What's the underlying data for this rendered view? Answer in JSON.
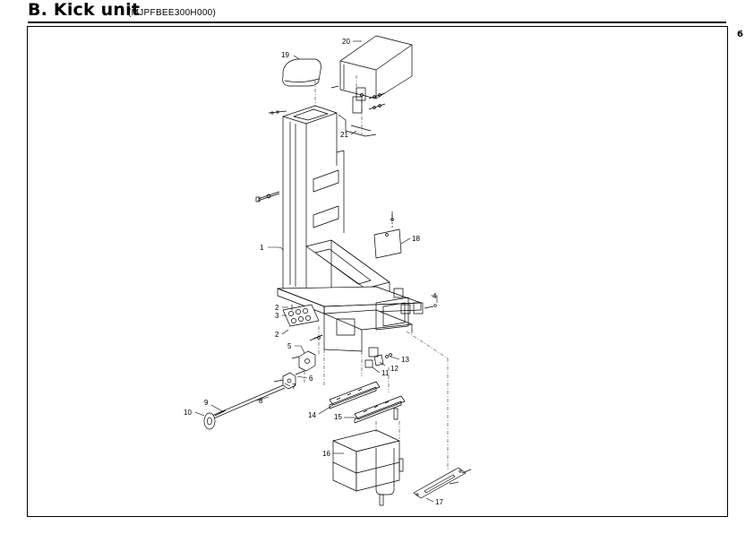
{
  "header": {
    "title": "B. Kick unit",
    "part_code": "(MJPFBEE300H000)"
  },
  "page_number": "6",
  "callouts": [
    "1",
    "2",
    "3",
    "2",
    "4",
    "5",
    "6",
    "7",
    "8",
    "9",
    "10",
    "11",
    "12",
    "13",
    "14",
    "15",
    "16",
    "17",
    "18",
    "19",
    "20",
    "21"
  ]
}
